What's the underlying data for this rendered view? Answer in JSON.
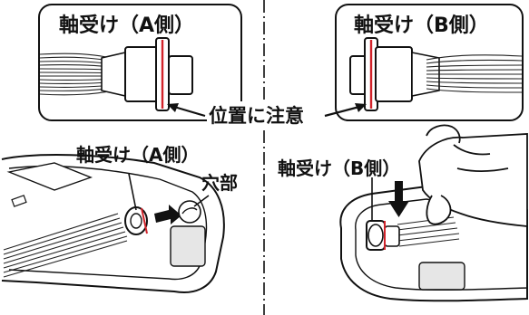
{
  "callouts": {
    "top_left_title": "軸受け（A側）",
    "top_right_title": "軸受け（B側）",
    "position_note": "位置に注意",
    "bottom_left_label": "軸受け（A側）",
    "hole_label": "穴部",
    "bottom_right_label": "軸受け（B側）"
  }
}
